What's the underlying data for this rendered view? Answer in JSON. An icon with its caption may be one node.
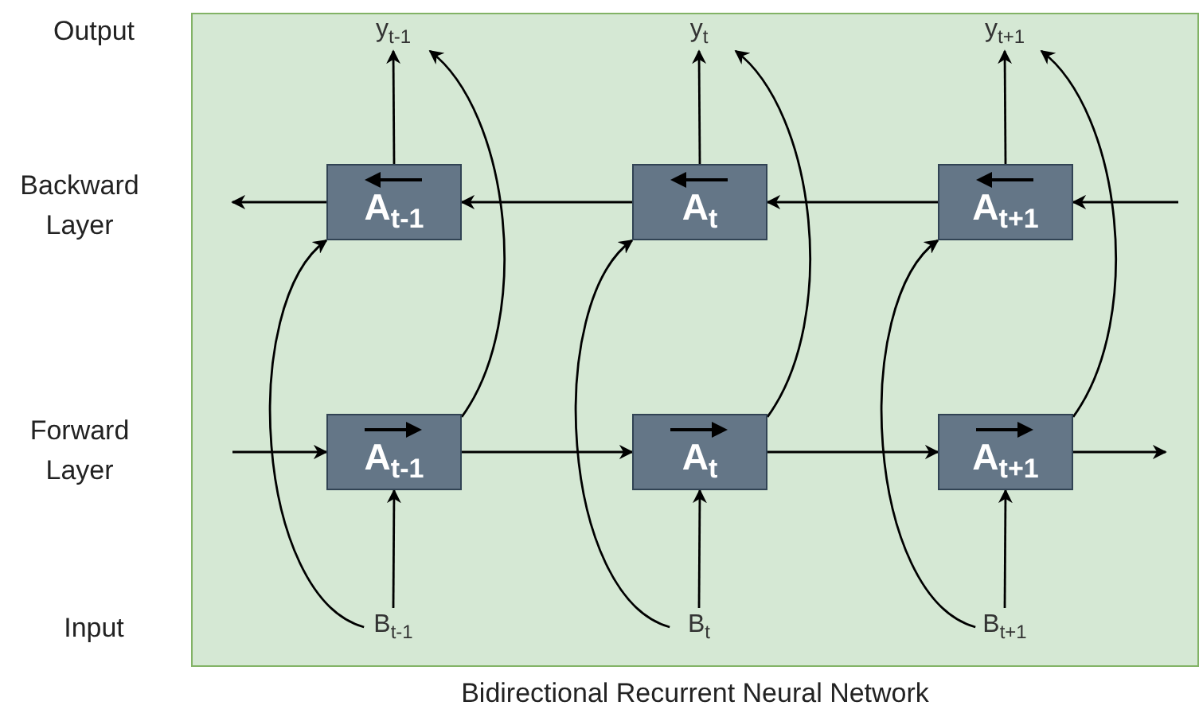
{
  "diagram": {
    "caption": "Bidirectional Recurrent Neural Network",
    "nodes": [
      {
        "text": [
          "y$_{t-1}$"
        ]
      },
      {
        "text": [
          "y$_{t}$"
        ]
      },
      {
        "text": [
          "y$_{t+1}$"
        ]
      },
      {
        "text": [
          "A$_{t-1}$"
        ]
      },
      {
        "text": [
          "A$_{t}$"
        ]
      },
      {
        "text": [
          "A$_{t+1}$"
        ]
      },
      {
        "text": [
          "A$_{t-1}$"
        ]
      },
      {
        "text": [
          "A$_{t}$"
        ]
      },
      {
        "text": [
          "A$_{t+1}$"
        ]
      },
      {
        "text": [
          "B$_{t-1}$"
        ]
      },
      {
        "text": [
          "B$_{t}$"
        ]
      },
      {
        "text": [
          "B$_{t+1}$"
        ]
      }
    ],
    "edges": [
      {
        "from": 3,
        "to": 0,
        "arrow": "to"
      },
      {
        "from": 4,
        "to": 1,
        "arrow": "to"
      },
      {
        "from": 5,
        "to": 2,
        "arrow": "to"
      },
      {
        "from": 6,
        "to": 0,
        "arrow": "to"
      },
      {
        "from": 7,
        "to": 1,
        "arrow": "to"
      },
      {
        "from": 8,
        "to": 2,
        "arrow": "to"
      },
      {
        "from": 9,
        "to": 3,
        "arrow": "to"
      },
      {
        "from": 10,
        "to": 4,
        "arrow": "to"
      },
      {
        "from": 11,
        "to": 5,
        "arrow": "to"
      },
      {
        "from": 9,
        "to": 6,
        "arrow": "to"
      },
      {
        "from": 10,
        "to": 7,
        "arrow": "to"
      },
      {
        "from": 11,
        "to": 8,
        "arrow": "to"
      },
      {
        "from": null,
        "to": 5,
        "arrow": "to"
      },
      {
        "from": 5,
        "to": 4,
        "arrow": "to"
      },
      {
        "from": 4,
        "to": 3,
        "arrow": "to"
      },
      {
        "from": 3,
        "to": null,
        "arrow": "to"
      },
      {
        "from": null,
        "to": 6,
        "arrow": "to"
      },
      {
        "from": 6,
        "to": 7,
        "arrow": "to"
      },
      {
        "from": 7,
        "to": 8,
        "arrow": "to"
      },
      {
        "from": 8,
        "to": null,
        "arrow": "to"
      }
    ],
    "labels": [
      "Output",
      "Backward Layer",
      "Forward Layer",
      "Input"
    ]
  }
}
